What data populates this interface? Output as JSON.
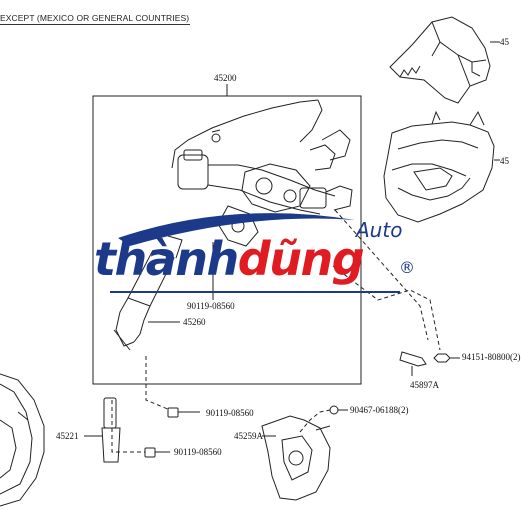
{
  "header": {
    "text": "EXCEPT (MEXICO OR GENERAL COUNTRIES)"
  },
  "parts": {
    "p45200": "45200",
    "p90119_a": "90119-08560",
    "p45260": "45260",
    "p94151": "94151-80800(2)",
    "p45897a": "45897A",
    "p90119_b": "90119-08560",
    "p90467": "90467-06188(2)",
    "p45259a": "45259A",
    "p45221": "45221",
    "p90119_c": "90119-08560",
    "p45_top": "45",
    "p45_mid": "45"
  },
  "logo": {
    "part1": "thành",
    "part2": "dũng",
    "suffix": "Auto",
    "registered": "®",
    "colors": {
      "blue": "#1d3a8a",
      "red": "#e01b22"
    }
  }
}
